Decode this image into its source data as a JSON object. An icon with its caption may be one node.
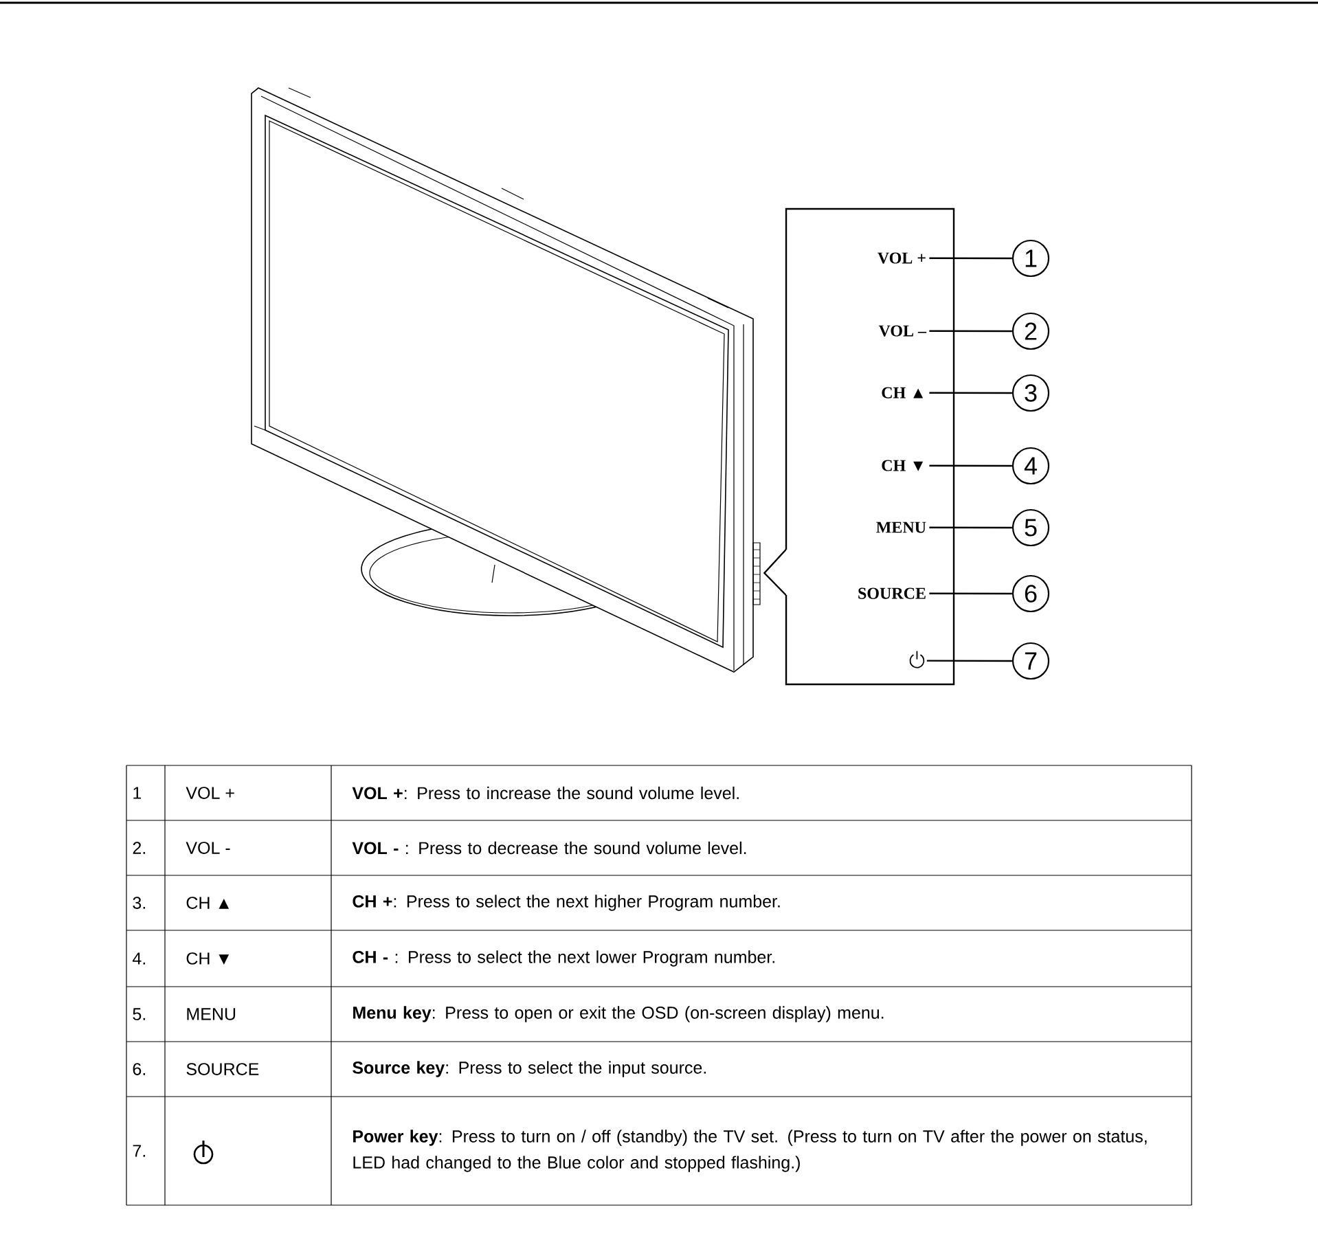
{
  "diagram": {
    "nodes": [
      {
        "text": [],
        "shape": "picture"
      },
      {
        "text": [],
        "shape": "box"
      },
      {
        "text": [
          "VOL +"
        ],
        "in": 1
      },
      {
        "text": [
          "VOL –"
        ],
        "in": 1
      },
      {
        "text": [
          "CH ▲"
        ],
        "in": 1
      },
      {
        "text": [
          "CH ▼"
        ],
        "in": 1
      },
      {
        "text": [
          "MENU"
        ],
        "in": 1
      },
      {
        "text": [
          "SOURCE"
        ],
        "in": 1
      },
      {
        "text": [],
        "shape": "symbol",
        "in": 1
      },
      {
        "text": [
          "1"
        ]
      },
      {
        "text": [
          "2"
        ]
      },
      {
        "text": [
          "3"
        ]
      },
      {
        "text": [
          "4"
        ]
      },
      {
        "text": [
          "5"
        ]
      },
      {
        "text": [
          "6"
        ]
      },
      {
        "text": [
          "7"
        ]
      }
    ],
    "edges": [
      {
        "from": 1,
        "to": 0,
        "arrow": "none"
      },
      {
        "from": 2,
        "to": 9,
        "arrow": "none"
      },
      {
        "from": 3,
        "to": 10,
        "arrow": "none"
      },
      {
        "from": 4,
        "to": 11,
        "arrow": "none"
      },
      {
        "from": 5,
        "to": 12,
        "arrow": "none"
      },
      {
        "from": 6,
        "to": 13,
        "arrow": "none"
      },
      {
        "from": 7,
        "to": 14,
        "arrow": "none"
      },
      {
        "from": 8,
        "to": 15,
        "arrow": "none"
      }
    ],
    "labels": [
      "1",
      "VOL +",
      "**VOL +**: Press to increase the sound volume level.",
      "2.",
      "VOL -",
      "**VOL -** : Press to decrease the sound volume level.",
      "3.",
      "CH ▲",
      "**CH +**: Press to select the next higher Program number.",
      "4.",
      "CH ▼",
      "**CH -** : Press to select the next lower Program number.",
      "5.",
      "MENU",
      "**Menu key**: Press to open or exit the OSD (on-screen display) menu.",
      "6.",
      "SOURCE",
      "**Source key**: Press to select the input source.",
      "7.",
      "**Power key**: Press to turn on / off (standby) the TV set. (Press to turn on TV after the power on status, LED had changed to the Blue color and stopped flashing.)"
    ]
  }
}
